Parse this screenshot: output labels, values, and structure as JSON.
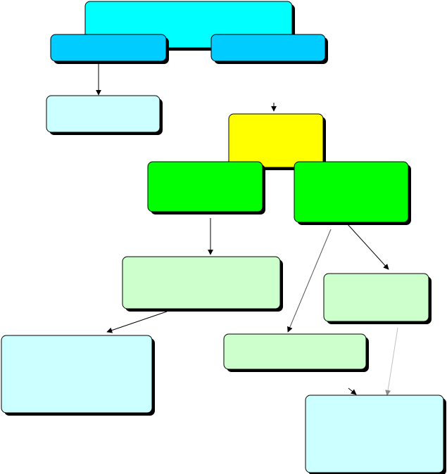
{
  "diagram": {
    "colors": {
      "cyan_dark": "#00ffff",
      "sky_blue": "#00ccff",
      "pale_cyan": "#ccffff",
      "yellow": "#ffff00",
      "green": "#00ff00",
      "pale_green": "#ccffcc",
      "stroke": "#000000",
      "shadow": "#000000",
      "connector_gray": "#c0c0c0"
    },
    "nodes": [
      {
        "id": "top-cyan-box",
        "fill": "cyan_dark",
        "text": ""
      },
      {
        "id": "left-blue-tab",
        "fill": "sky_blue",
        "text": ""
      },
      {
        "id": "right-blue-tab",
        "fill": "sky_blue",
        "text": ""
      },
      {
        "id": "pale-cyan-box-top",
        "fill": "pale_cyan",
        "text": ""
      },
      {
        "id": "yellow-box",
        "fill": "yellow",
        "text": ""
      },
      {
        "id": "green-box-left",
        "fill": "green",
        "text": ""
      },
      {
        "id": "green-box-right",
        "fill": "green",
        "text": ""
      },
      {
        "id": "pale-green-box-mid",
        "fill": "pale_green",
        "text": ""
      },
      {
        "id": "pale-green-box-right",
        "fill": "pale_green",
        "text": ""
      },
      {
        "id": "pale-green-box-bottom",
        "fill": "pale_green",
        "text": ""
      },
      {
        "id": "pale-cyan-box-left",
        "fill": "pale_cyan",
        "text": ""
      },
      {
        "id": "pale-cyan-box-bottom",
        "fill": "pale_cyan",
        "text": ""
      }
    ]
  }
}
